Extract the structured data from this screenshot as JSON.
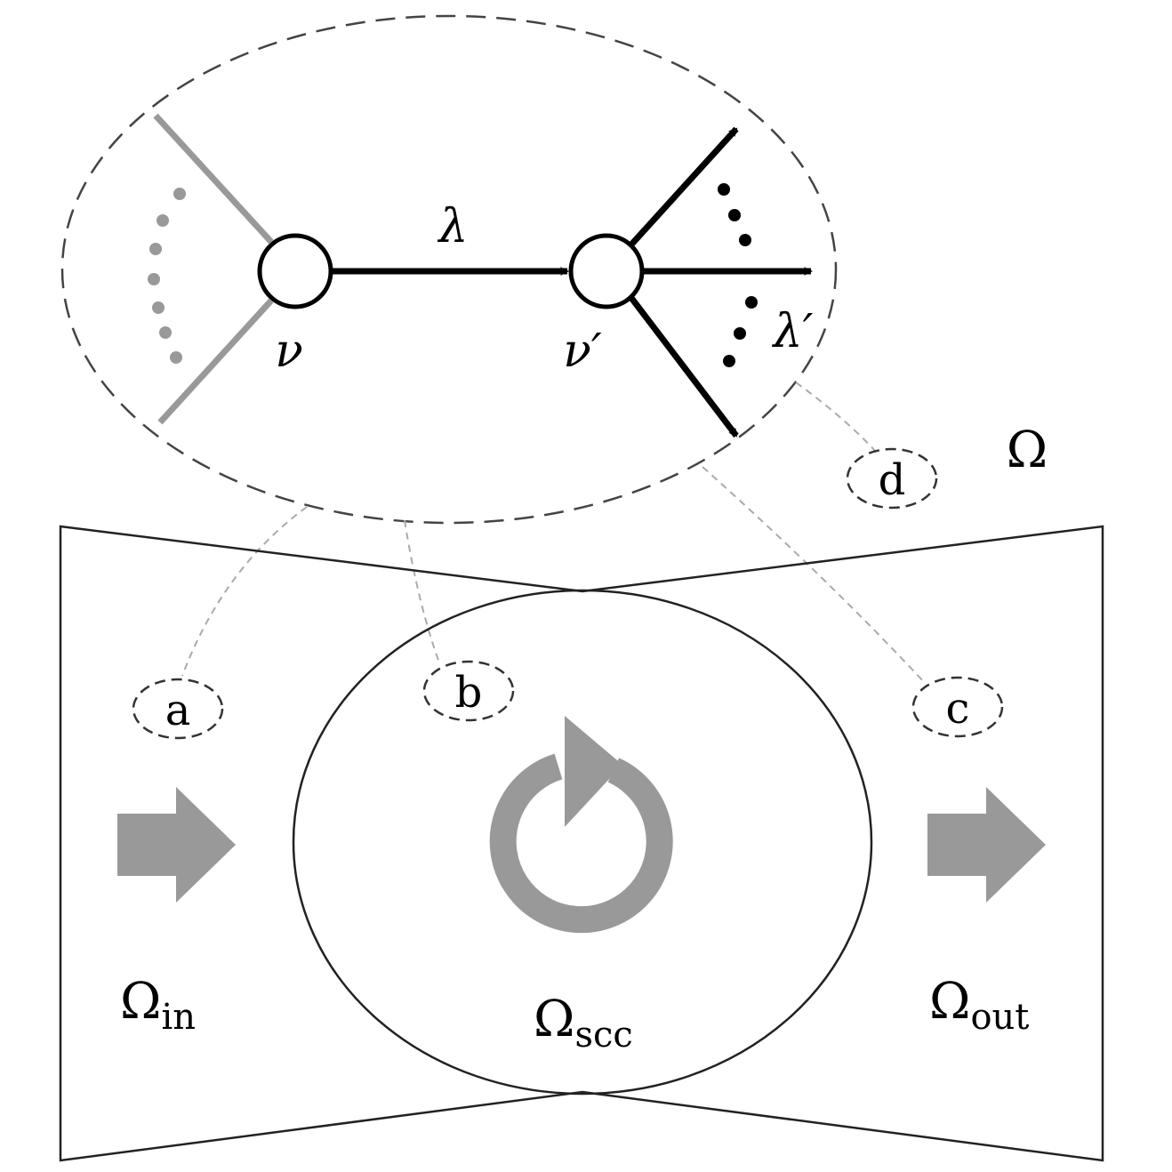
{
  "labels": {
    "lambda": "λ",
    "lambda_prime": "λ′",
    "nu": "ν",
    "nu_prime": "ν′",
    "omega": "Ω",
    "omega_in": "Ω",
    "omega_in_sub": "in",
    "omega_scc": "Ω",
    "omega_scc_sub": "scc",
    "omega_out": "Ω",
    "omega_out_sub": "out",
    "a": "a",
    "b": "b",
    "c": "c",
    "d": "d"
  },
  "colors": {
    "gray": "#999999",
    "leader": "#aaaaaa",
    "line": "#000000"
  }
}
